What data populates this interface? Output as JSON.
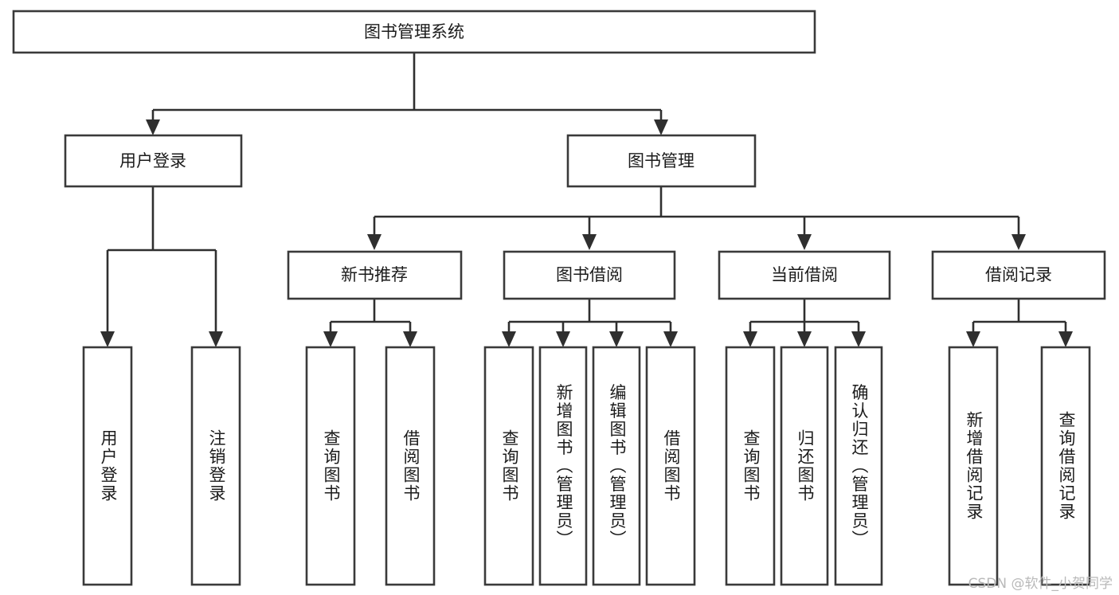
{
  "diagram": {
    "title": "图书管理系统",
    "type": "tree-hierarchy-diagram",
    "colors": {
      "box_stroke": "#3a3a3a",
      "box_fill": "#ffffff",
      "connector": "#2f2f2f",
      "text": "#1b1b1b",
      "watermark": "#b9b9b9",
      "background": "#ffffff"
    },
    "levels": {
      "root": "图书管理系统",
      "level2": [
        "用户登录",
        "图书管理"
      ],
      "level3": [
        "新书推荐",
        "图书借阅",
        "当前借阅",
        "借阅记录"
      ]
    },
    "nodes": {
      "root": {
        "label": "图书管理系统"
      },
      "user_login": {
        "label": "用户登录"
      },
      "book_manage": {
        "label": "图书管理"
      },
      "new_book_rec": {
        "label": "新书推荐"
      },
      "book_borrow": {
        "label": "图书借阅"
      },
      "current_borrow": {
        "label": "当前借阅"
      },
      "borrow_record": {
        "label": "借阅记录"
      },
      "leaf_user_login": {
        "label": "用户登录"
      },
      "leaf_logout": {
        "label": "注销登录"
      },
      "leaf_query_book_1": {
        "label": "查询图书"
      },
      "leaf_borrow_book_1": {
        "label": "借阅图书"
      },
      "leaf_query_book_2": {
        "label": "查询图书"
      },
      "leaf_add_book": {
        "label": "新增图书（管理员）"
      },
      "leaf_edit_book": {
        "label": "编辑图书（管理员）"
      },
      "leaf_borrow_book_2": {
        "label": "借阅图书"
      },
      "leaf_query_book_3": {
        "label": "查询图书"
      },
      "leaf_return_book": {
        "label": "归还图书"
      },
      "leaf_confirm_return": {
        "label": "确认归还（管理员）"
      },
      "leaf_add_record": {
        "label": "新增借阅记录"
      },
      "leaf_query_record": {
        "label": "查询借阅记录"
      }
    },
    "watermark": "CSDN @软件_小贺同学"
  }
}
